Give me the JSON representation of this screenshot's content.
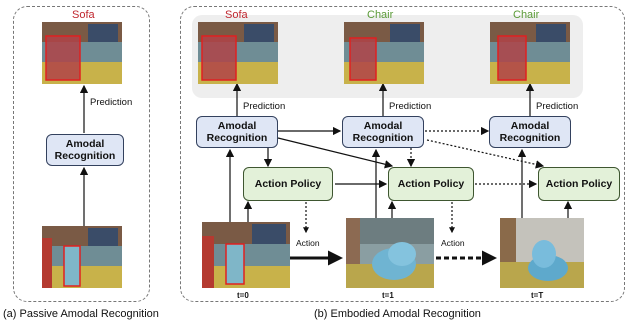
{
  "colors": {
    "sofa": "#c0262e",
    "chair": "#5a9a36"
  },
  "panel_a": {
    "object_label": "Sofa",
    "prediction_label": "Prediction",
    "amodal_box": "Amodal Recognition",
    "caption": "(a) Passive Amodal Recognition"
  },
  "panel_b": {
    "object_labels": [
      "Sofa",
      "Chair",
      "Chair"
    ],
    "prediction_labels": [
      "Prediction",
      "Prediction",
      "Prediction"
    ],
    "amodal_boxes": [
      "Amodal Recognition",
      "Amodal Recognition",
      "Amodal Recognition"
    ],
    "policy_boxes": [
      "Action Policy",
      "Action Policy",
      "Action Policy"
    ],
    "action_labels": [
      "Action",
      "Action"
    ],
    "timesteps": [
      "t=0",
      "t=1",
      "t=T"
    ],
    "caption": "(b) Embodied Amodal Recognition"
  }
}
